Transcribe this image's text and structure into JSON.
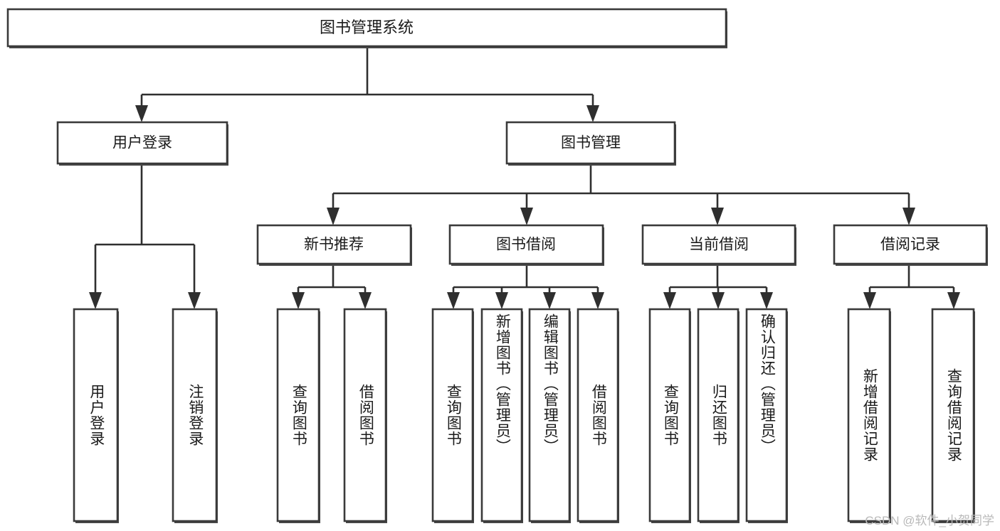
{
  "diagram": {
    "title_node": {
      "label": "图书管理系统"
    },
    "level1": [
      {
        "id": "user-login",
        "label": "用户登录"
      },
      {
        "id": "book-management",
        "label": "图书管理"
      }
    ],
    "level2": [
      {
        "id": "new-book-recommend",
        "label": "新书推荐",
        "parent": "book-management"
      },
      {
        "id": "book-borrow",
        "label": "图书借阅",
        "parent": "book-management"
      },
      {
        "id": "current-borrow",
        "label": "当前借阅",
        "parent": "book-management"
      },
      {
        "id": "borrow-record",
        "label": "借阅记录",
        "parent": "book-management"
      }
    ],
    "leaves": [
      {
        "id": "leaf-user-login",
        "label": "用户登录",
        "parent": "user-login"
      },
      {
        "id": "leaf-logout-login",
        "label": "注销登录",
        "parent": "user-login"
      },
      {
        "id": "leaf-query-book-1",
        "label": "查询图书",
        "parent": "new-book-recommend"
      },
      {
        "id": "leaf-borrow-book-1",
        "label": "借阅图书",
        "parent": "new-book-recommend"
      },
      {
        "id": "leaf-query-book-2",
        "label": "查询图书",
        "parent": "book-borrow"
      },
      {
        "id": "leaf-add-book",
        "label": "新增图书（管理员）",
        "parent": "book-borrow"
      },
      {
        "id": "leaf-edit-book",
        "label": "编辑图书（管理员）",
        "parent": "book-borrow"
      },
      {
        "id": "leaf-borrow-book-2",
        "label": "借阅图书",
        "parent": "book-borrow"
      },
      {
        "id": "leaf-query-book-3",
        "label": "查询图书",
        "parent": "current-borrow"
      },
      {
        "id": "leaf-return-book",
        "label": "归还图书",
        "parent": "current-borrow"
      },
      {
        "id": "leaf-confirm-return",
        "label": "确认归还（管理员）",
        "parent": "current-borrow"
      },
      {
        "id": "leaf-add-borrow-record",
        "label": "新增借阅记录",
        "parent": "borrow-record"
      },
      {
        "id": "leaf-query-borrow-record",
        "label": "查询借阅记录",
        "parent": "borrow-record"
      }
    ],
    "watermark": "CSDN @软件_小贺同学",
    "colors": {
      "box_stroke": "#3a3a3a",
      "connector": "#2f2f2f",
      "background": "#ffffff",
      "text": "#1a1a1a",
      "watermark": "#b9b9b9"
    }
  }
}
